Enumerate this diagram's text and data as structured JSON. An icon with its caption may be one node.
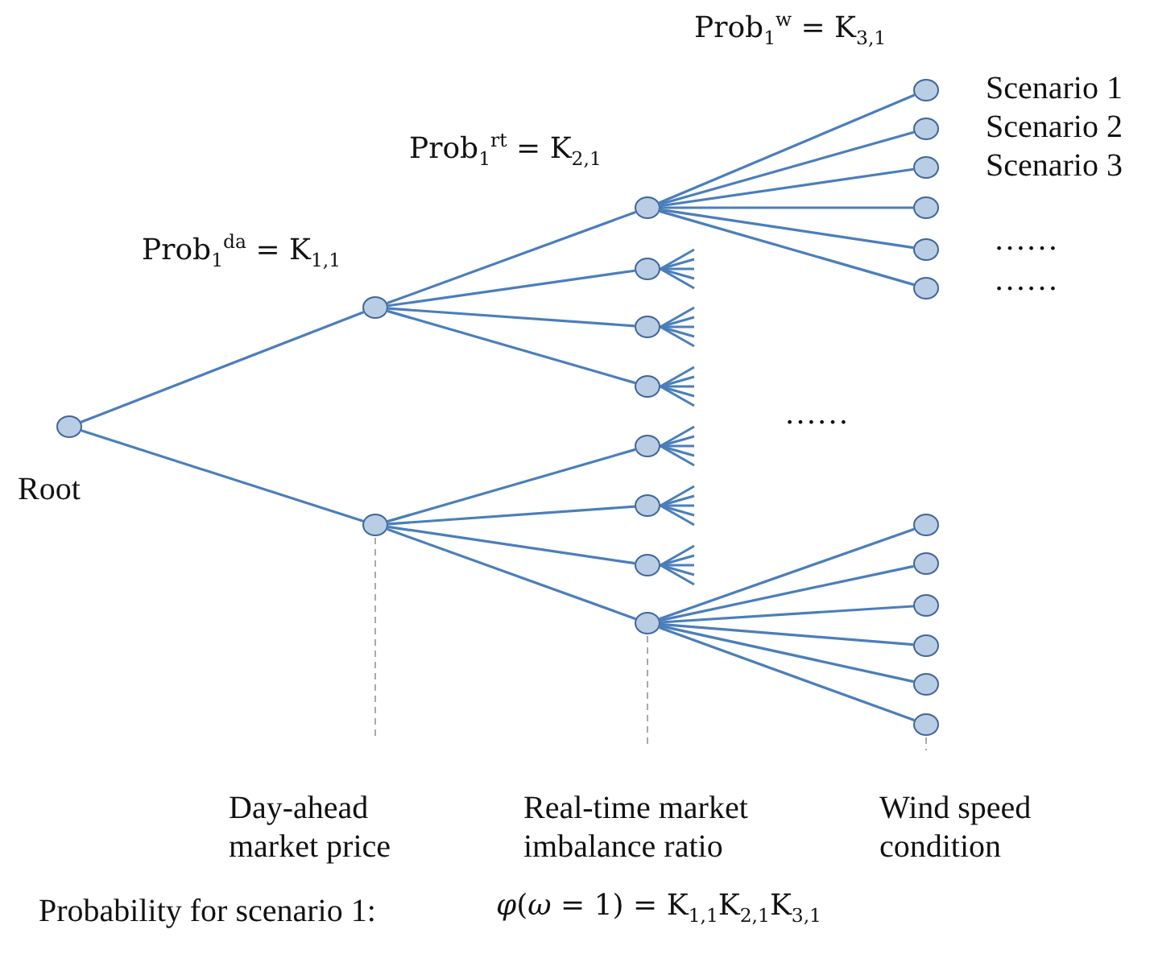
{
  "diagram": {
    "nodes": [
      {
        "text": [],
        "shape": "circle",
        "beside": [
          "Root"
        ]
      },
      {
        "text": [],
        "shape": "circle"
      },
      {
        "text": [],
        "shape": "circle"
      },
      {
        "text": [],
        "shape": "circle"
      },
      {
        "text": [],
        "shape": "circle"
      },
      {
        "text": [],
        "shape": "circle"
      },
      {
        "text": [],
        "shape": "circle"
      },
      {
        "text": [],
        "shape": "circle"
      },
      {
        "text": [],
        "shape": "circle"
      },
      {
        "text": [],
        "shape": "circle"
      },
      {
        "text": [],
        "shape": "circle"
      },
      {
        "text": [],
        "shape": "circle",
        "beside": [
          "Scenario 1"
        ]
      },
      {
        "text": [],
        "shape": "circle",
        "beside": [
          "Scenario 2"
        ]
      },
      {
        "text": [],
        "shape": "circle",
        "beside": [
          "Scenario 3"
        ]
      },
      {
        "text": [],
        "shape": "circle"
      },
      {
        "text": [],
        "shape": "circle"
      },
      {
        "text": [],
        "shape": "circle"
      },
      {
        "text": [],
        "shape": "circle"
      },
      {
        "text": [],
        "shape": "circle"
      },
      {
        "text": [],
        "shape": "circle"
      },
      {
        "text": [],
        "shape": "circle"
      },
      {
        "text": [],
        "shape": "circle"
      },
      {
        "text": [],
        "shape": "circle"
      }
    ],
    "edges": [
      {
        "from": 0,
        "to": 1,
        "arrow": "none"
      },
      {
        "from": 0,
        "to": 2,
        "arrow": "none"
      },
      {
        "from": 1,
        "to": 3,
        "arrow": "none"
      },
      {
        "from": 1,
        "to": 4,
        "arrow": "none"
      },
      {
        "from": 1,
        "to": 5,
        "arrow": "none"
      },
      {
        "from": 1,
        "to": 6,
        "arrow": "none"
      },
      {
        "from": 2,
        "to": 7,
        "arrow": "none"
      },
      {
        "from": 2,
        "to": 8,
        "arrow": "none"
      },
      {
        "from": 2,
        "to": 9,
        "arrow": "none"
      },
      {
        "from": 2,
        "to": 10,
        "arrow": "none"
      },
      {
        "from": 3,
        "to": 11,
        "arrow": "none"
      },
      {
        "from": 3,
        "to": 12,
        "arrow": "none"
      },
      {
        "from": 3,
        "to": 13,
        "arrow": "none"
      },
      {
        "from": 3,
        "to": 14,
        "arrow": "none"
      },
      {
        "from": 3,
        "to": 15,
        "arrow": "none"
      },
      {
        "from": 3,
        "to": 16,
        "arrow": "none"
      },
      {
        "from": 10,
        "to": 17,
        "arrow": "none"
      },
      {
        "from": 10,
        "to": 18,
        "arrow": "none"
      },
      {
        "from": 10,
        "to": 19,
        "arrow": "none"
      },
      {
        "from": 10,
        "to": 20,
        "arrow": "none"
      },
      {
        "from": 10,
        "to": 21,
        "arrow": "none"
      },
      {
        "from": 10,
        "to": 22,
        "arrow": "none"
      }
    ],
    "labels": [
      "Prob$_{1}$$^{da}$ = K$_{1,1}$",
      "Prob$_{1}$$^{rt}$ = K$_{2,1}$",
      "Prob$_{1}$$^{w}$ = K$_{3,1}$",
      "……",
      "……",
      "……",
      "Day-ahead market price",
      "Real-time market imbalance ratio",
      "Wind speed condition",
      "Probability for scenario 1:",
      "*φ*(*ω* = 1) = K$_{1,1}$K$_{2,1}$K$_{3,1}$"
    ]
  }
}
